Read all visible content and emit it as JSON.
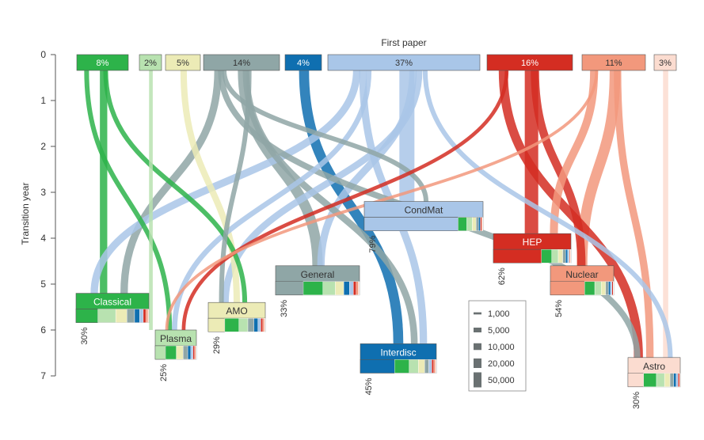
{
  "chart_data": {
    "type": "sankey",
    "title": "First paper",
    "ylabel": "Transition year",
    "yticks": [
      "0",
      "1",
      "2",
      "3",
      "4",
      "5",
      "6",
      "7"
    ],
    "ylim": [
      0,
      7
    ],
    "first_paper": [
      {
        "id": "classical",
        "share": "8%",
        "color": "#2db34a"
      },
      {
        "id": "plasma",
        "share": "2%",
        "color": "#b8e2b0"
      },
      {
        "id": "amo",
        "share": "5%",
        "color": "#ecebb6"
      },
      {
        "id": "general",
        "share": "14%",
        "color": "#8fa6a6"
      },
      {
        "id": "interdisc",
        "share": "4%",
        "color": "#0f6fb0"
      },
      {
        "id": "condmat",
        "share": "37%",
        "color": "#a9c6e8"
      },
      {
        "id": "hep",
        "share": "16%",
        "color": "#d42d22"
      },
      {
        "id": "nuclear",
        "share": "11%",
        "color": "#f2987c"
      },
      {
        "id": "astro",
        "share": "3%",
        "color": "#fbdcd0"
      }
    ],
    "final_fields": [
      {
        "id": "classical",
        "name": "Classical",
        "year": 5.2,
        "retention": "30%",
        "color": "#2db34a"
      },
      {
        "id": "plasma",
        "name": "Plasma",
        "year": 6.0,
        "retention": "25%",
        "color": "#b8e2b0"
      },
      {
        "id": "amo",
        "name": "AMO",
        "year": 5.4,
        "retention": "29%",
        "color": "#ecebb6"
      },
      {
        "id": "general",
        "name": "General",
        "year": 4.6,
        "retention": "33%",
        "color": "#8fa6a6"
      },
      {
        "id": "interdisc",
        "name": "Interdisc",
        "year": 6.3,
        "retention": "45%",
        "color": "#0f6fb0"
      },
      {
        "id": "condmat",
        "name": "CondMat",
        "year": 3.2,
        "retention": "79%",
        "color": "#a9c6e8"
      },
      {
        "id": "hep",
        "name": "HEP",
        "year": 3.9,
        "retention": "62%",
        "color": "#d42d22"
      },
      {
        "id": "nuclear",
        "name": "Nuclear",
        "year": 4.6,
        "retention": "54%",
        "color": "#f2987c"
      },
      {
        "id": "astro",
        "name": "Astro",
        "year": 6.6,
        "retention": "30%",
        "color": "#fbdcd0"
      }
    ],
    "flows": [
      {
        "from": "classical",
        "to": "classical",
        "size": 12000
      },
      {
        "from": "classical",
        "to": "plasma",
        "size": 5000
      },
      {
        "from": "classical",
        "to": "amo",
        "size": 5000
      },
      {
        "from": "plasma",
        "to": "plasma",
        "size": 3000
      },
      {
        "from": "amo",
        "to": "amo",
        "size": 9000
      },
      {
        "from": "general",
        "to": "general",
        "size": 24000
      },
      {
        "from": "general",
        "to": "classical",
        "size": 12000
      },
      {
        "from": "general",
        "to": "amo",
        "size": 5000
      },
      {
        "from": "general",
        "to": "interdisc",
        "size": 10000
      },
      {
        "from": "general",
        "to": "condmat",
        "size": 5000
      },
      {
        "from": "general",
        "to": "astro",
        "size": 8000
      },
      {
        "from": "interdisc",
        "to": "interdisc",
        "size": 22000
      },
      {
        "from": "condmat",
        "to": "condmat",
        "size": 50000
      },
      {
        "from": "condmat",
        "to": "classical",
        "size": 12000
      },
      {
        "from": "condmat",
        "to": "plasma",
        "size": 6000
      },
      {
        "from": "condmat",
        "to": "amo",
        "size": 10000
      },
      {
        "from": "condmat",
        "to": "general",
        "size": 12000
      },
      {
        "from": "condmat",
        "to": "interdisc",
        "size": 12000
      },
      {
        "from": "condmat",
        "to": "astro",
        "size": 5000
      },
      {
        "from": "hep",
        "to": "hep",
        "size": 40000
      },
      {
        "from": "hep",
        "to": "nuclear",
        "size": 15000
      },
      {
        "from": "hep",
        "to": "astro",
        "size": 18000
      },
      {
        "from": "hep",
        "to": "plasma",
        "size": 3000
      },
      {
        "from": "nuclear",
        "to": "nuclear",
        "size": 25000
      },
      {
        "from": "nuclear",
        "to": "hep",
        "size": 14000
      },
      {
        "from": "nuclear",
        "to": "astro",
        "size": 12000
      },
      {
        "from": "nuclear",
        "to": "plasma",
        "size": 2000
      },
      {
        "from": "astro",
        "to": "astro",
        "size": 6000
      }
    ],
    "legend": {
      "placement": "bottom-center",
      "items": [
        {
          "label": "1,000",
          "value": 1000
        },
        {
          "label": "5,000",
          "value": 5000
        },
        {
          "label": "10,000",
          "value": 10000
        },
        {
          "label": "20,000",
          "value": 20000
        },
        {
          "label": "50,000",
          "value": 50000
        }
      ]
    }
  }
}
